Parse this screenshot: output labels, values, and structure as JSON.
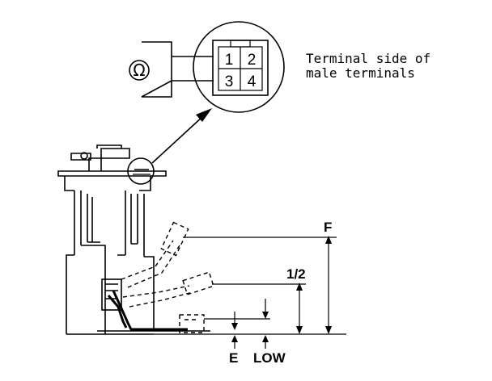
{
  "connector": {
    "pins": [
      "1",
      "2",
      "3",
      "4"
    ],
    "caption_line1": "Terminal side of",
    "caption_line2": "male terminals"
  },
  "meter": {
    "symbol": "Ω",
    "icon": "ohmmeter-icon"
  },
  "levels": {
    "full": "F",
    "half": "1/2",
    "empty": "E",
    "low": "LOW"
  }
}
